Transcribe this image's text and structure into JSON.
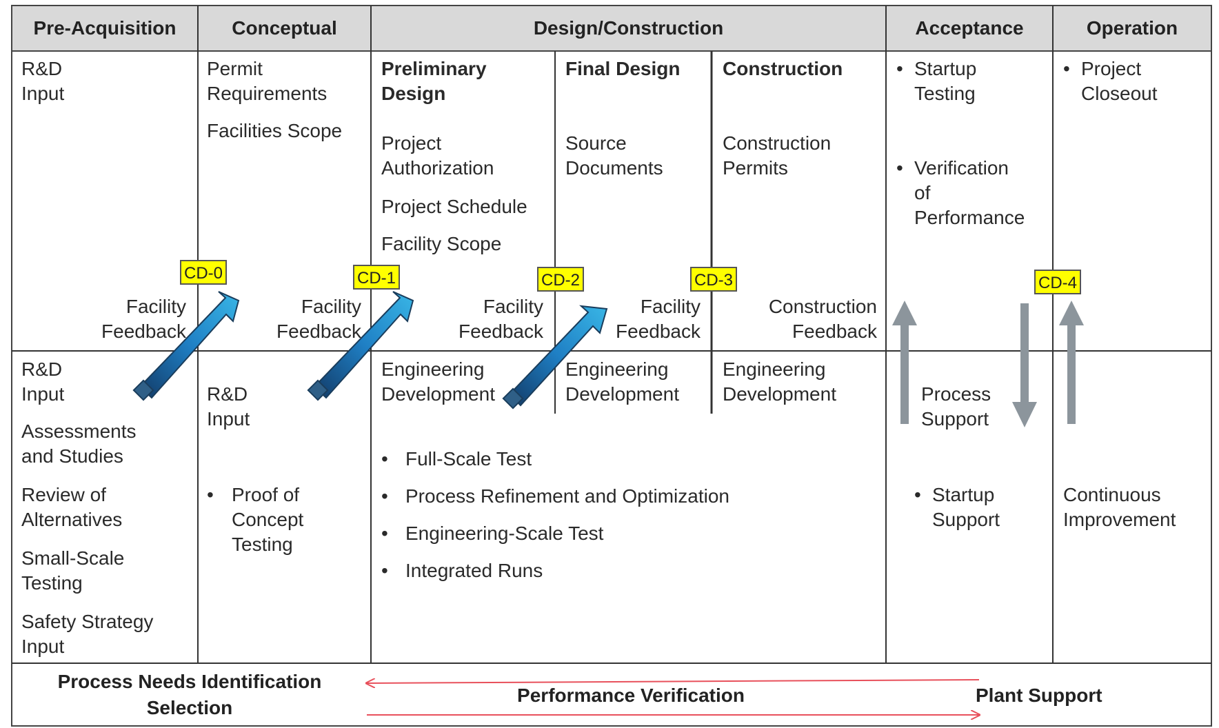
{
  "headers": {
    "pre_acquisition": "Pre-Acquisition",
    "conceptual": "Conceptual",
    "design_construction": "Design/Construction",
    "acceptance": "Acceptance",
    "operation": "Operation"
  },
  "pre_acq_top": "R&D\nInput",
  "conceptual_top": {
    "permit": "Permit\nRequirements",
    "scope": "Facilities Scope"
  },
  "prelim": {
    "title": "Preliminary\nDesign",
    "auth": "Project\nAuthorization",
    "schedule": "Project Schedule",
    "scope": "Facility Scope"
  },
  "final_design": {
    "title": "Final Design",
    "source": "Source\nDocuments"
  },
  "construction": {
    "title": "Construction",
    "permits": "Construction\nPermits"
  },
  "acceptance_top": {
    "startup": "Startup\nTesting",
    "verification": "Verification\nof\nPerformance"
  },
  "operation_top": {
    "closeout": "Project\nCloseout"
  },
  "bullet": "•",
  "milestones": {
    "cd0": "CD-0",
    "cd1": "CD-1",
    "cd2": "CD-2",
    "cd3": "CD-3",
    "cd4": "CD-4"
  },
  "feedback": {
    "f1": "Facility\nFeedback",
    "f2": "Facility\nFeedback",
    "f3": "Facility\nFeedback",
    "f4": "Facility\nFeedback",
    "construction": "Construction\nFeedback"
  },
  "pre_acq_bottom": {
    "rnd": "R&D\nInput",
    "assess": "Assessments\nand Studies",
    "review": "Review of\nAlternatives",
    "small": "Small-Scale\nTesting",
    "safety": "Safety Strategy\nInput"
  },
  "conceptual_bottom": {
    "rnd": "R&D\nInput",
    "proof": "Proof of\nConcept\nTesting"
  },
  "eng_dev": {
    "d1": "Engineering\nDevelopment",
    "d2": "Engineering\nDevelopment",
    "d3": "Engineering\nDevelopment"
  },
  "design_bullets": [
    "Full-Scale Test",
    "Process Refinement and Optimization",
    "Engineering-Scale Test",
    "Integrated Runs"
  ],
  "acceptance_bottom": {
    "process": "Process\nSupport",
    "startup": "Startup\nSupport"
  },
  "operation_bottom": {
    "continuous": "Continuous\nImprovement"
  },
  "footer": {
    "left": "Process Needs Identification\nSelection",
    "middle": "Performance Verification",
    "right": "Plant Support"
  },
  "colors": {
    "header_bg": "#d9d9d9",
    "milestone_bg": "#ffff00",
    "arrow_blue": "#1f7fc4",
    "arrow_gray": "#8c959c",
    "arrow_red": "#e8505b"
  }
}
